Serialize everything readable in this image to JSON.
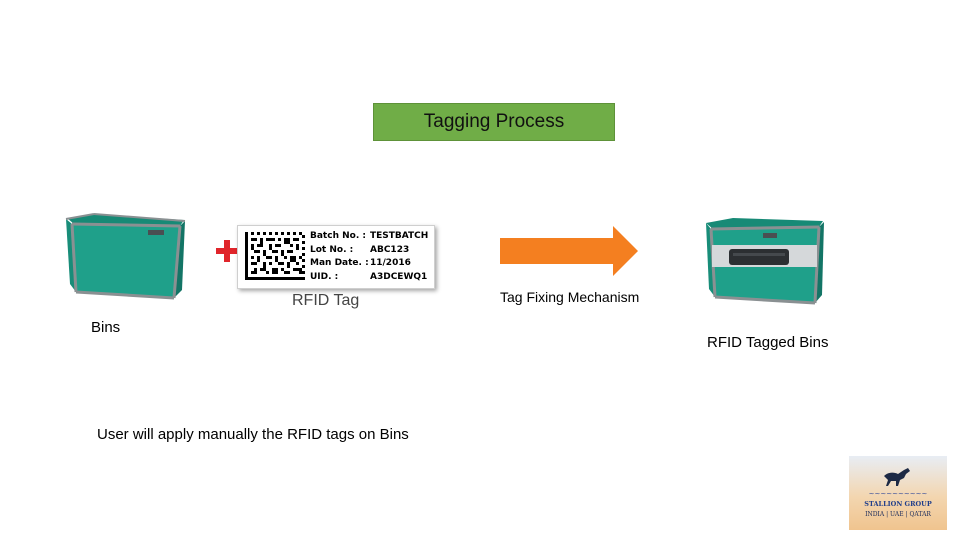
{
  "title": "Tagging Process",
  "left_group": {
    "bins_label": "Bins",
    "rfid_tag": {
      "caption": "RFID Tag",
      "fields": [
        {
          "key": "Batch No. :",
          "value": "TESTBATCH"
        },
        {
          "key": "Lot No. :",
          "value": "ABC123"
        },
        {
          "key": "Man Date. :",
          "value": "11/2016"
        },
        {
          "key": "UID. :",
          "value": "A3DCEWQ1"
        }
      ]
    }
  },
  "arrow_label": "Tag Fixing Mechanism",
  "right_group": {
    "label": "RFID Tagged Bins"
  },
  "note": "User will apply manually the RFID tags on Bins",
  "logo": {
    "name": "STALLION GROUP",
    "locations": "INDIA | UAE | QATAR"
  },
  "colors": {
    "title_bg": "#70ad47",
    "arrow": "#f47f20",
    "bin": "#1fa08a",
    "plus": "#e0252b"
  }
}
